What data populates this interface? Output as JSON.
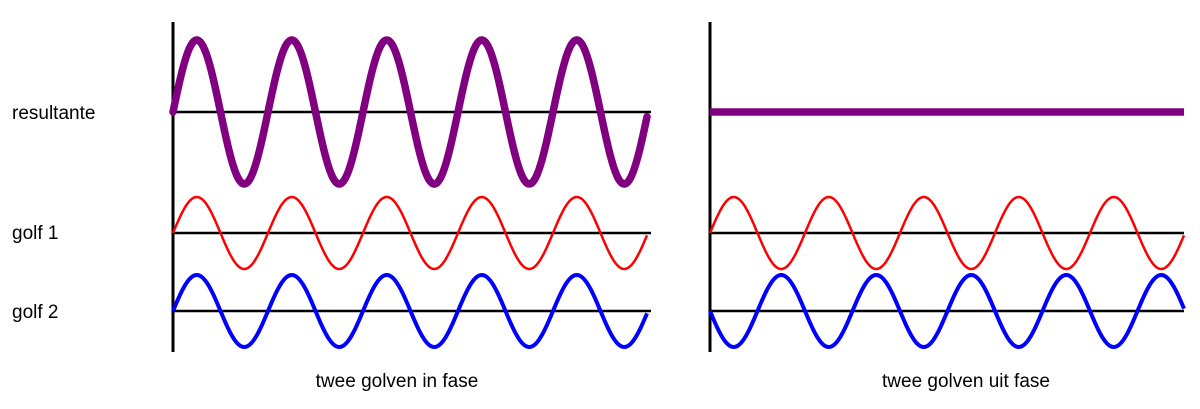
{
  "row_labels": {
    "resultant": "resultante",
    "wave1": "golf 1",
    "wave2": "golf 2"
  },
  "panels": [
    {
      "id": "in-phase",
      "caption": "twee golven in fase",
      "cycles": 5,
      "phase_shift_deg": 0,
      "resultant_amplitude_ratio": 2
    },
    {
      "id": "out-of-phase",
      "caption": "twee golven uit fase",
      "cycles": 5,
      "phase_shift_deg": 180,
      "resultant_amplitude_ratio": 0
    }
  ],
  "colors": {
    "axis": "#000000",
    "resultant": "#800080",
    "wave1": "#ff0000",
    "wave2": "#0000ff"
  }
}
